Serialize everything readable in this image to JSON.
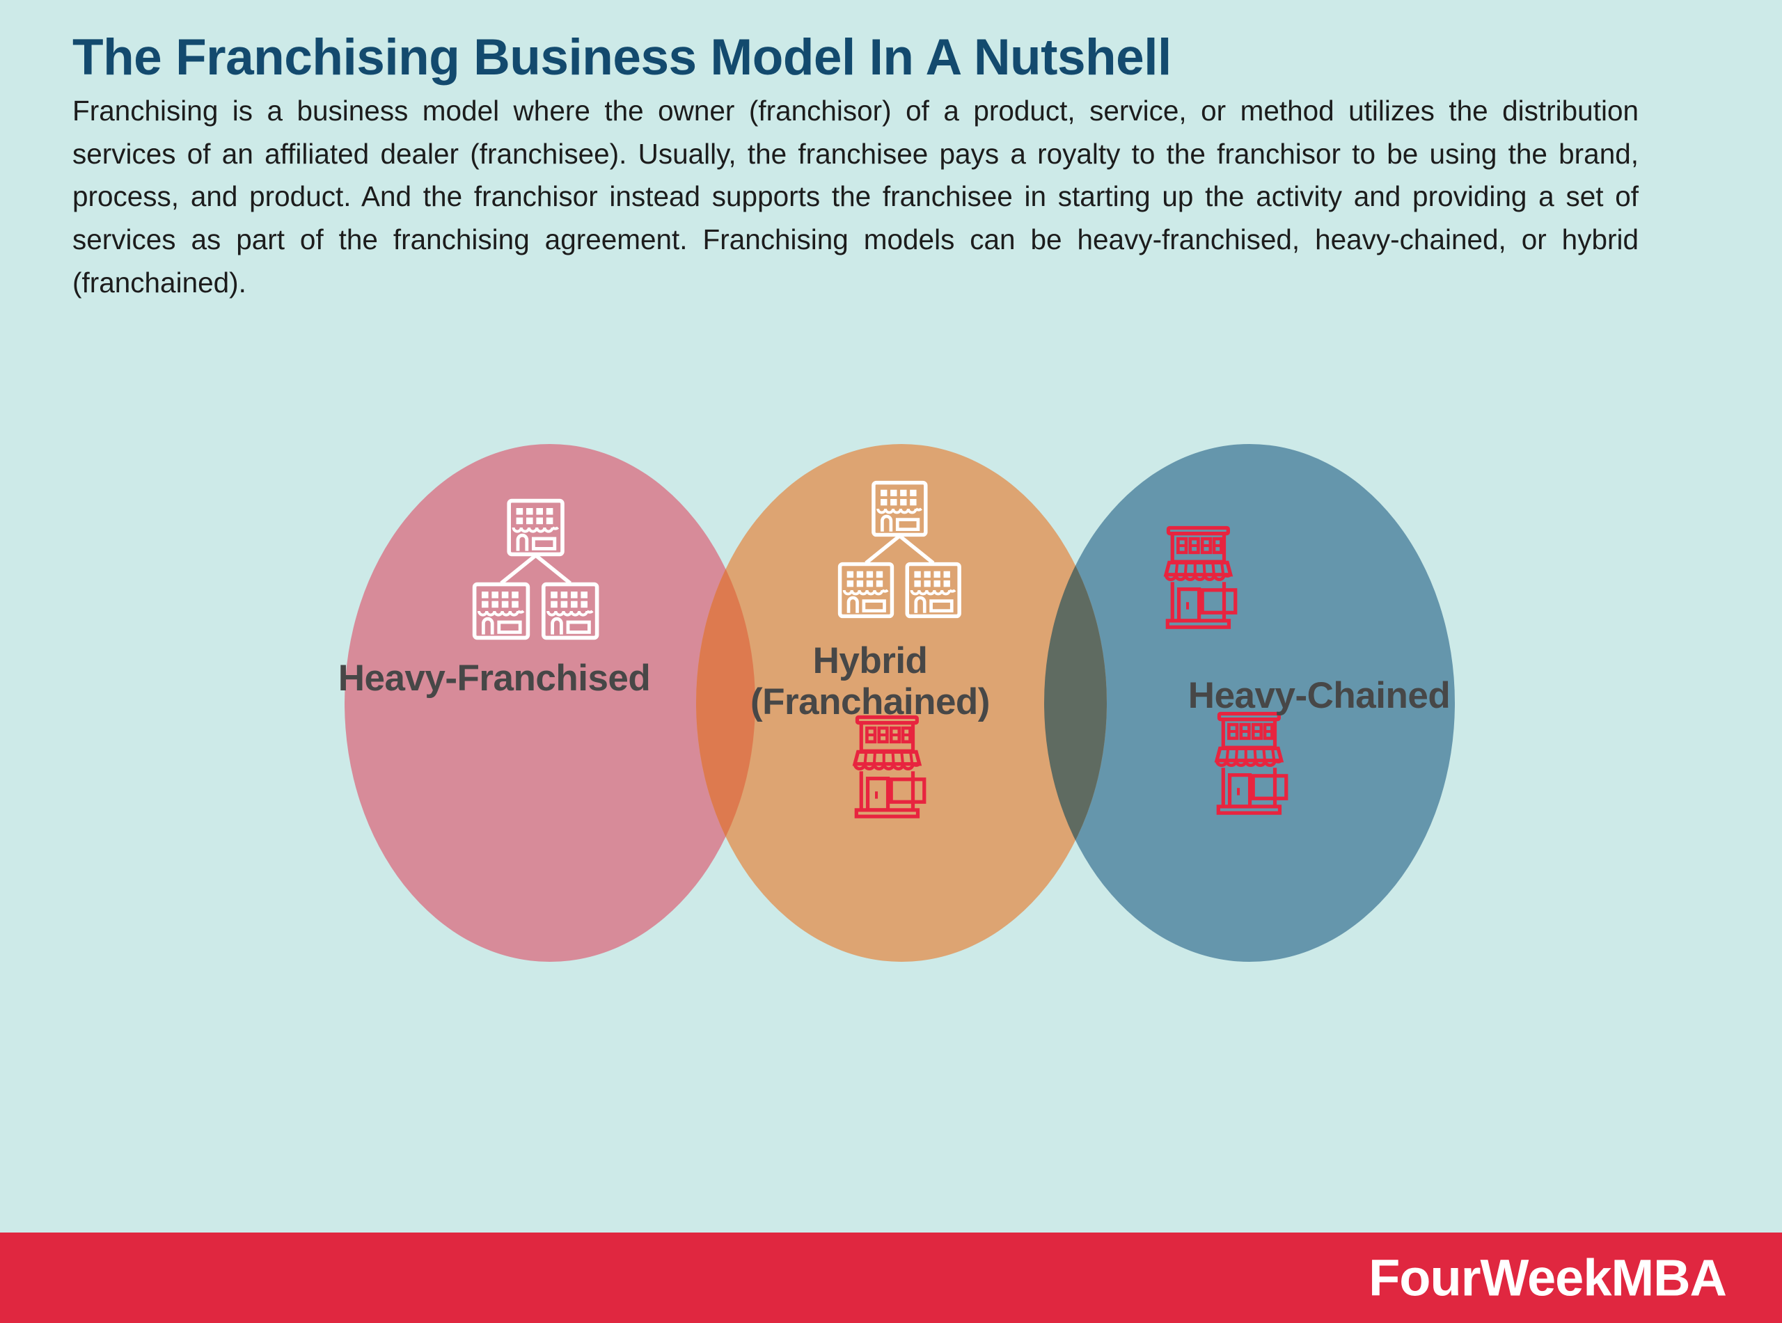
{
  "header": {
    "title": "The Franchising Business Model In A Nutshell",
    "intro": "Franchising is a business model where the owner (franchisor) of a product, service, or method utilizes the distribution services of an affiliated dealer (franchisee). Usually, the franchisee pays a royalty to the franchisor to be using the brand, process, and product. And the franchisor instead supports the franchisee in starting up the activity and providing a set of services as part of the franchising agreement. Franchising models can be heavy-franchised, heavy-chained, or hybrid (franchained)."
  },
  "diagram": {
    "type": "venn",
    "circles": [
      {
        "id": "heavy-franchised",
        "label": "Heavy-Franchised",
        "fill": "#d78b99",
        "icons": [
          "franchise-network-icon"
        ]
      },
      {
        "id": "hybrid-franchained",
        "label": "Hybrid\n(Franchained)",
        "fill": "#dda472",
        "icons": [
          "franchise-network-icon",
          "storefront-icon"
        ]
      },
      {
        "id": "heavy-chained",
        "label": "Heavy-Chained",
        "fill": "#6596ac",
        "icons": [
          "storefront-icon",
          "storefront-icon"
        ]
      }
    ],
    "overlaps": [
      {
        "id": "left-middle-overlap",
        "fill": "#dd7a4f"
      },
      {
        "id": "middle-right-overlap",
        "fill": "#5f6b61"
      }
    ]
  },
  "footer": {
    "brand": "FourWeekMBA",
    "background": "#e02740"
  },
  "colors": {
    "background": "#cdeae8",
    "title": "#134a6e",
    "body_text": "#1c1c1c",
    "label_text": "#474747",
    "icon_white": "#ffffff",
    "icon_red": "#e8243f",
    "accent_red": "#e02740"
  }
}
